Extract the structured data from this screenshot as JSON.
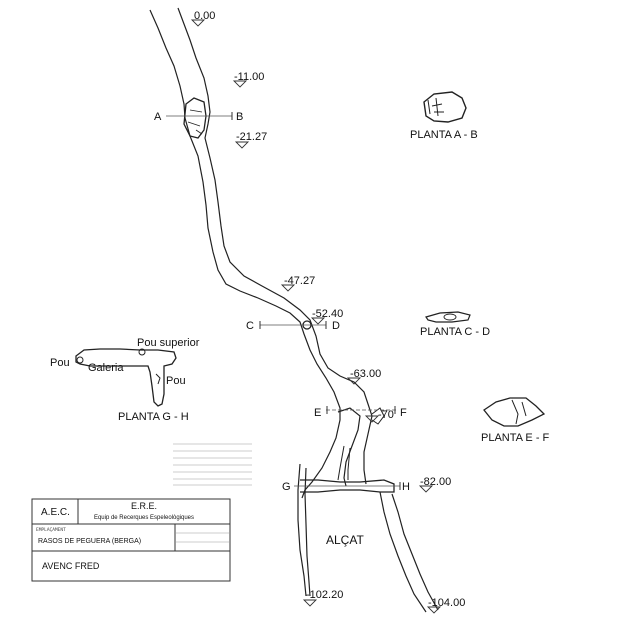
{
  "depths": {
    "d0": "0.00",
    "d11": "-11.00",
    "d21": "-21.27",
    "d47": "-47.27",
    "d52": "-52.40",
    "d63": "-63.00",
    "d70": "-70",
    "d82": "-82.00",
    "d102": "-102.20",
    "d104": "-104.00"
  },
  "section_markers": {
    "a": "A",
    "b": "B",
    "c": "C",
    "d": "D",
    "e": "E",
    "f": "F",
    "g": "G",
    "h": "H"
  },
  "plan_titles": {
    "ab": "PLANTA A - B",
    "cd": "PLANTA C - D",
    "ef": "PLANTA E - F",
    "gh": "PLANTA G - H"
  },
  "plan_gh_labels": {
    "pou_superior": "Pou superior",
    "pou_left": "Pou",
    "galeria": "Galeria",
    "pou_right": "Pou"
  },
  "elevation_label": "ALÇAT",
  "title_block": {
    "org_short": "A.E.C.",
    "org_name": "E.R.E.",
    "org_full": "Equip de Recerques Espeleològiques",
    "location_caption": "EMPLAÇAMENT",
    "location": "RASOS DE PEGUERA (BERGA)",
    "cave_name": "AVENC FRED"
  }
}
